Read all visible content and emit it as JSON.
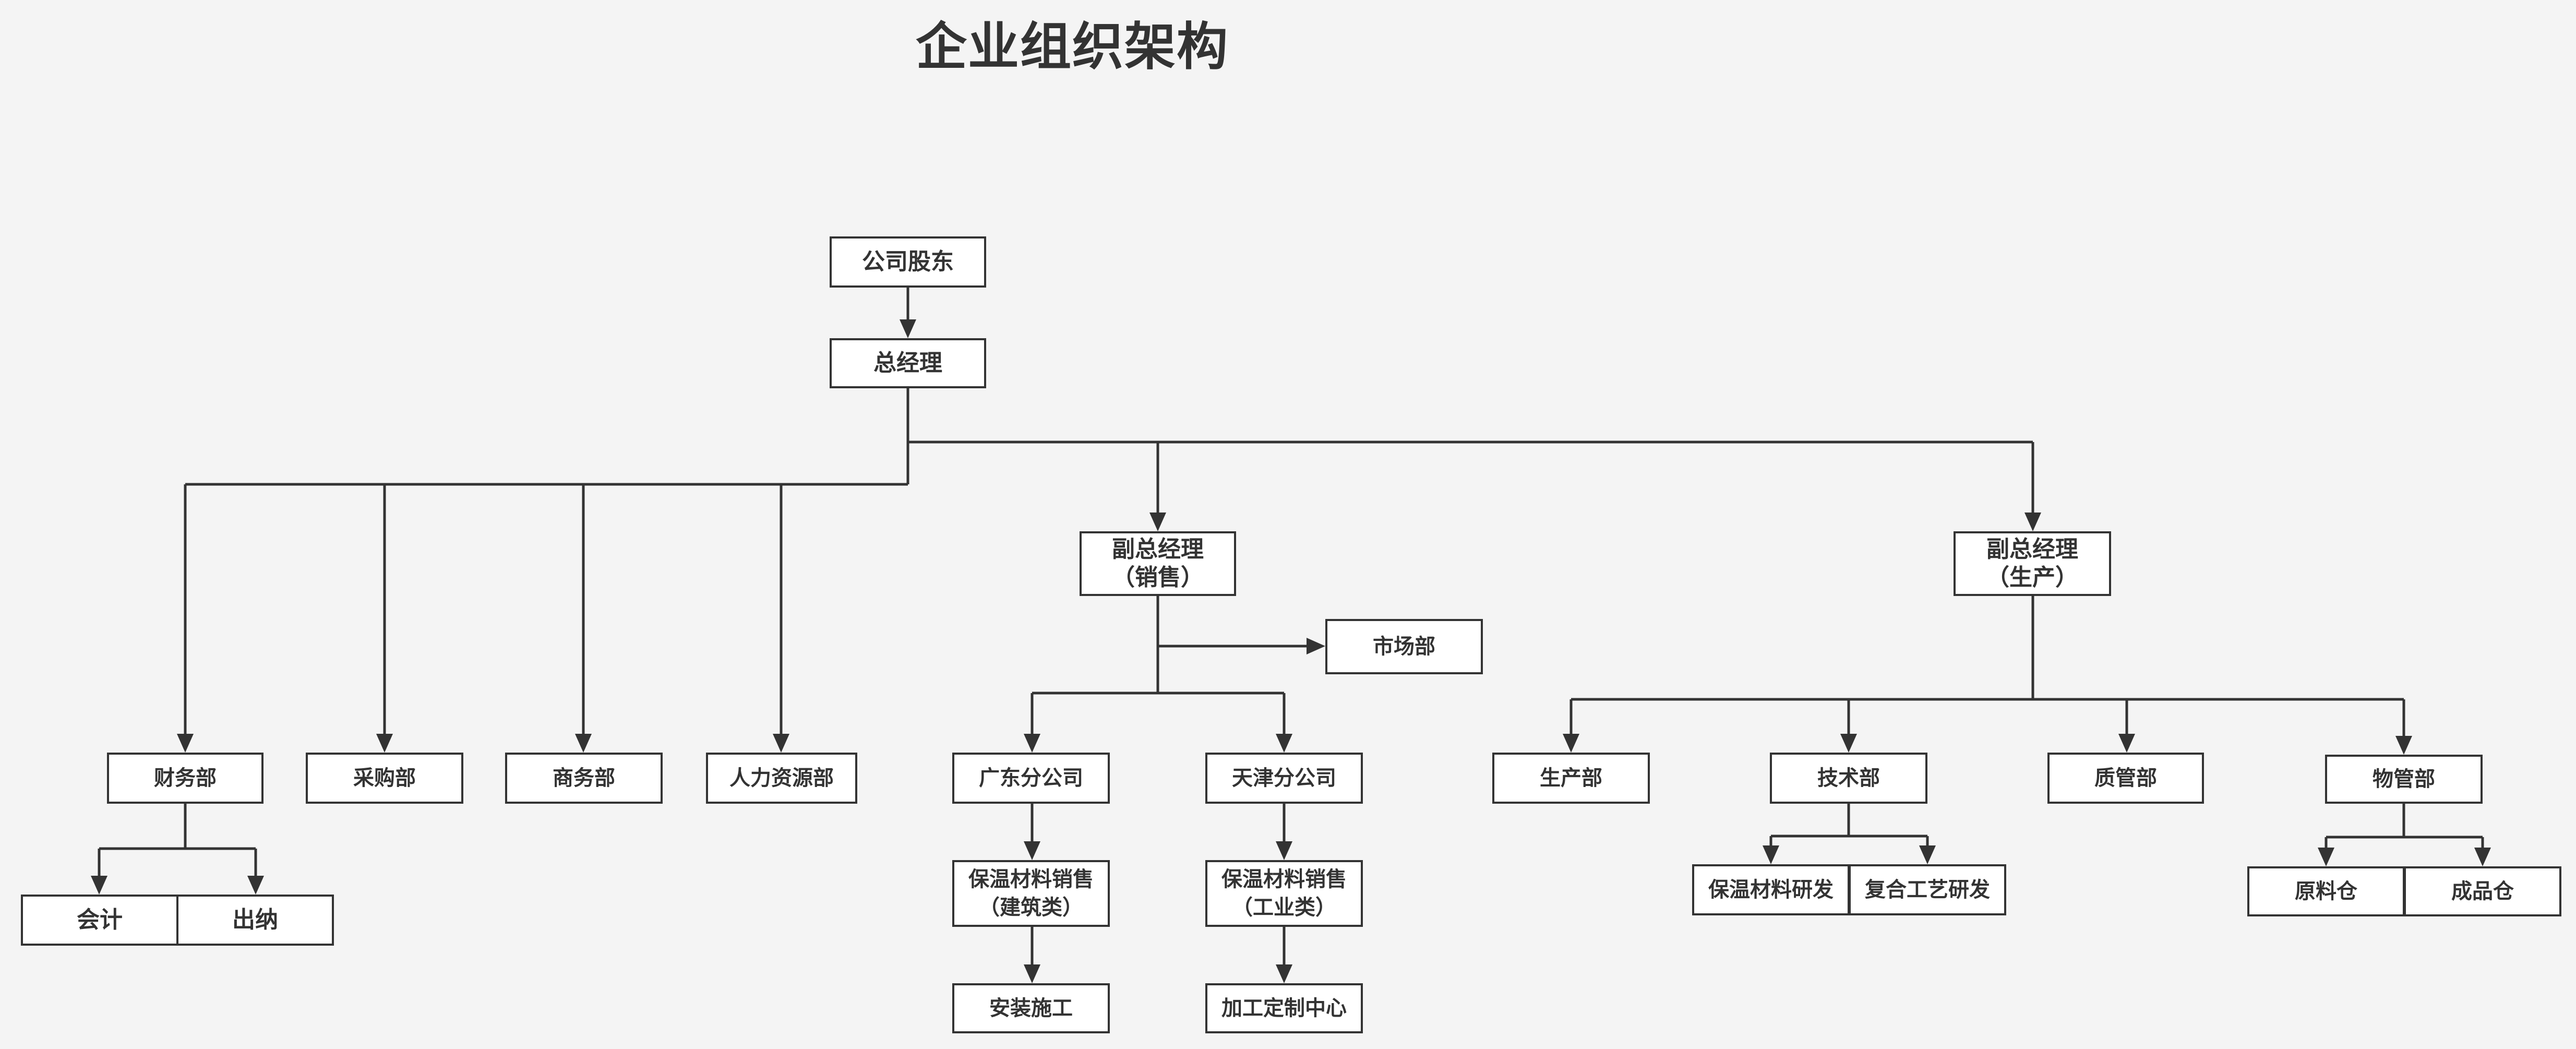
{
  "title": "企业组织架构",
  "colors": {
    "background": "#f4f4f4",
    "line": "#333333",
    "node_fill": "#ffffff",
    "text": "#333333"
  },
  "nodes": {
    "shareholders": {
      "label": "公司股东"
    },
    "general_manager": {
      "label": "总经理"
    },
    "finance": {
      "label": "财务部"
    },
    "accounting": {
      "label": "会计"
    },
    "cashier": {
      "label": "出纳"
    },
    "purchasing": {
      "label": "采购部"
    },
    "business": {
      "label": "商务部"
    },
    "hr": {
      "label": "人力资源部"
    },
    "vp_sales": {
      "line1": "副总经理",
      "line2": "（销售）"
    },
    "marketing": {
      "label": "市场部"
    },
    "guangdong": {
      "label": "广东分公司"
    },
    "tianjin": {
      "label": "天津分公司"
    },
    "gd_sales": {
      "line1": "保温材料销售",
      "line2": "（建筑类）"
    },
    "tj_sales": {
      "line1": "保温材料销售",
      "line2": "（工业类）"
    },
    "installation": {
      "label": "安装施工"
    },
    "processing_center": {
      "label": "加工定制中心"
    },
    "vp_production": {
      "line1": "副总经理",
      "line2": "（生产）"
    },
    "production": {
      "label": "生产部"
    },
    "technology": {
      "label": "技术部"
    },
    "insulation_rd": {
      "label": "保温材料研发"
    },
    "composite_rd": {
      "label": "复合工艺研发"
    },
    "quality": {
      "label": "质管部"
    },
    "materials": {
      "label": "物管部"
    },
    "raw_warehouse": {
      "label": "原料仓"
    },
    "product_warehouse": {
      "label": "成品仓"
    }
  }
}
